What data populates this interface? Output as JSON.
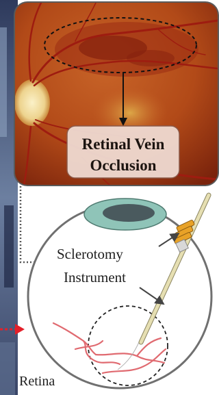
{
  "labels": {
    "rvo_line1": "Retinal Vein",
    "rvo_line2": "Occlusion",
    "sclerotomy": "Sclerotomy",
    "instrument": "Instrument",
    "retina": "Retina"
  },
  "colors": {
    "fundus_dark": "#8a2a0e",
    "fundus_mid": "#c25a1f",
    "fundus_light": "#d9904a",
    "optic_disc": "#f3e2a8",
    "vessel": "#9e1c10",
    "label_box": "#eed8cf",
    "eye_outline": "#707070",
    "lens_outer": "#8fc4b8",
    "lens_inner": "#4a5a5e",
    "retina_vessel": "#e06a70",
    "instrument": "#e6dfb2",
    "trocar": "#e8a227",
    "arrow_red": "#e4202a"
  }
}
